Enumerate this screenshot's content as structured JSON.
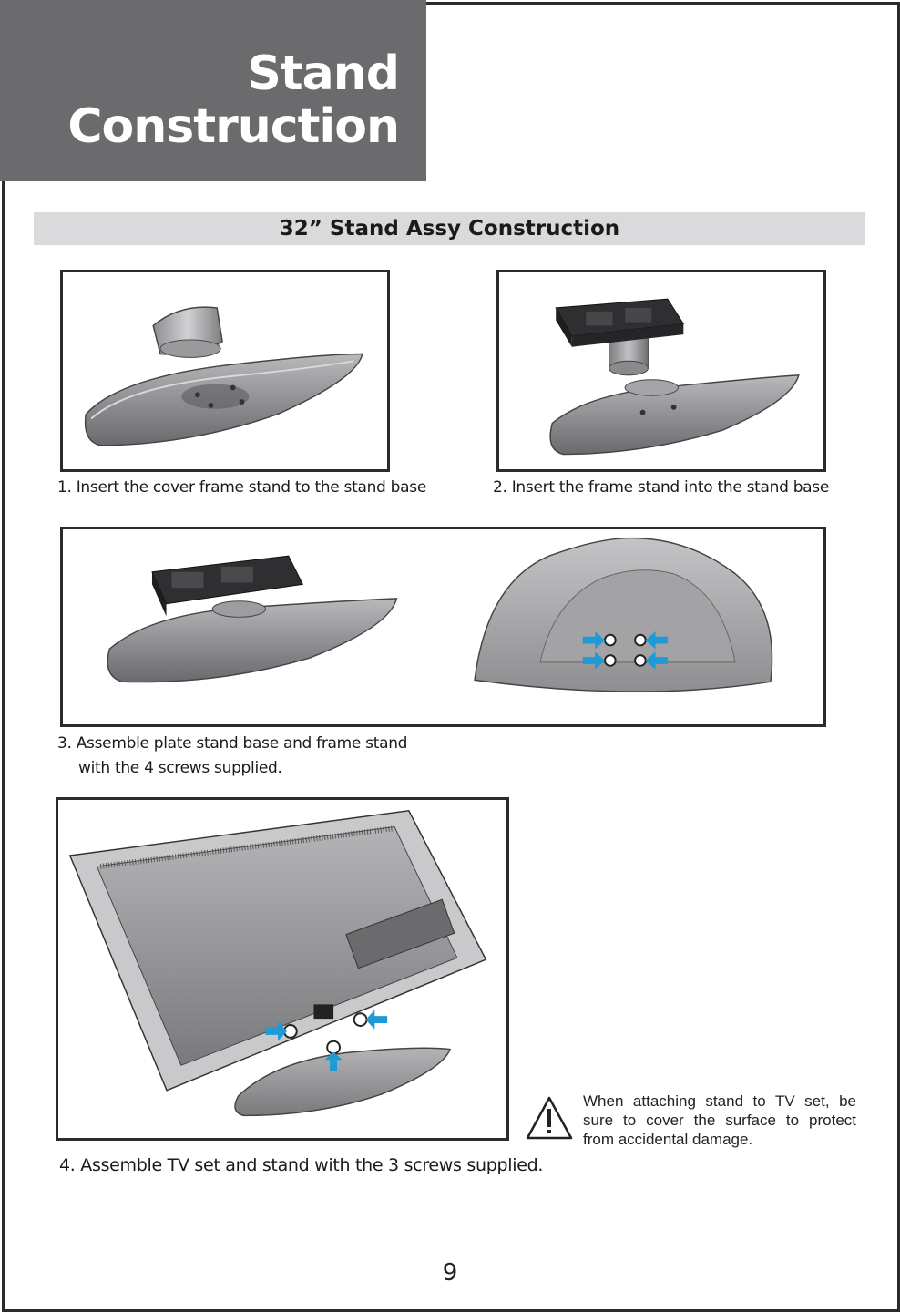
{
  "header": {
    "title_line1": "Stand",
    "title_line2": "Construction"
  },
  "section": {
    "title": "32” Stand Assy Construction"
  },
  "steps": [
    {
      "caption": "1. Insert the cover frame stand to the stand base"
    },
    {
      "caption": "2. Insert the frame stand into the stand base"
    },
    {
      "caption_line1": "3. Assemble plate stand base and frame stand",
      "caption_line2": "with the 4 screws supplied."
    },
    {
      "caption": "4. Assemble TV set and stand with the 3 screws supplied."
    }
  ],
  "warning": {
    "icon": "warning-triangle-icon",
    "text": "When attaching stand to TV set, be sure to cover the surface to protect from accidental damage."
  },
  "page_number": "9",
  "colors": {
    "title_block": "#6b6b6e",
    "section_band": "#dadadc",
    "arrow": "#1e9ad6",
    "frame_border": "#2b2b2b"
  }
}
